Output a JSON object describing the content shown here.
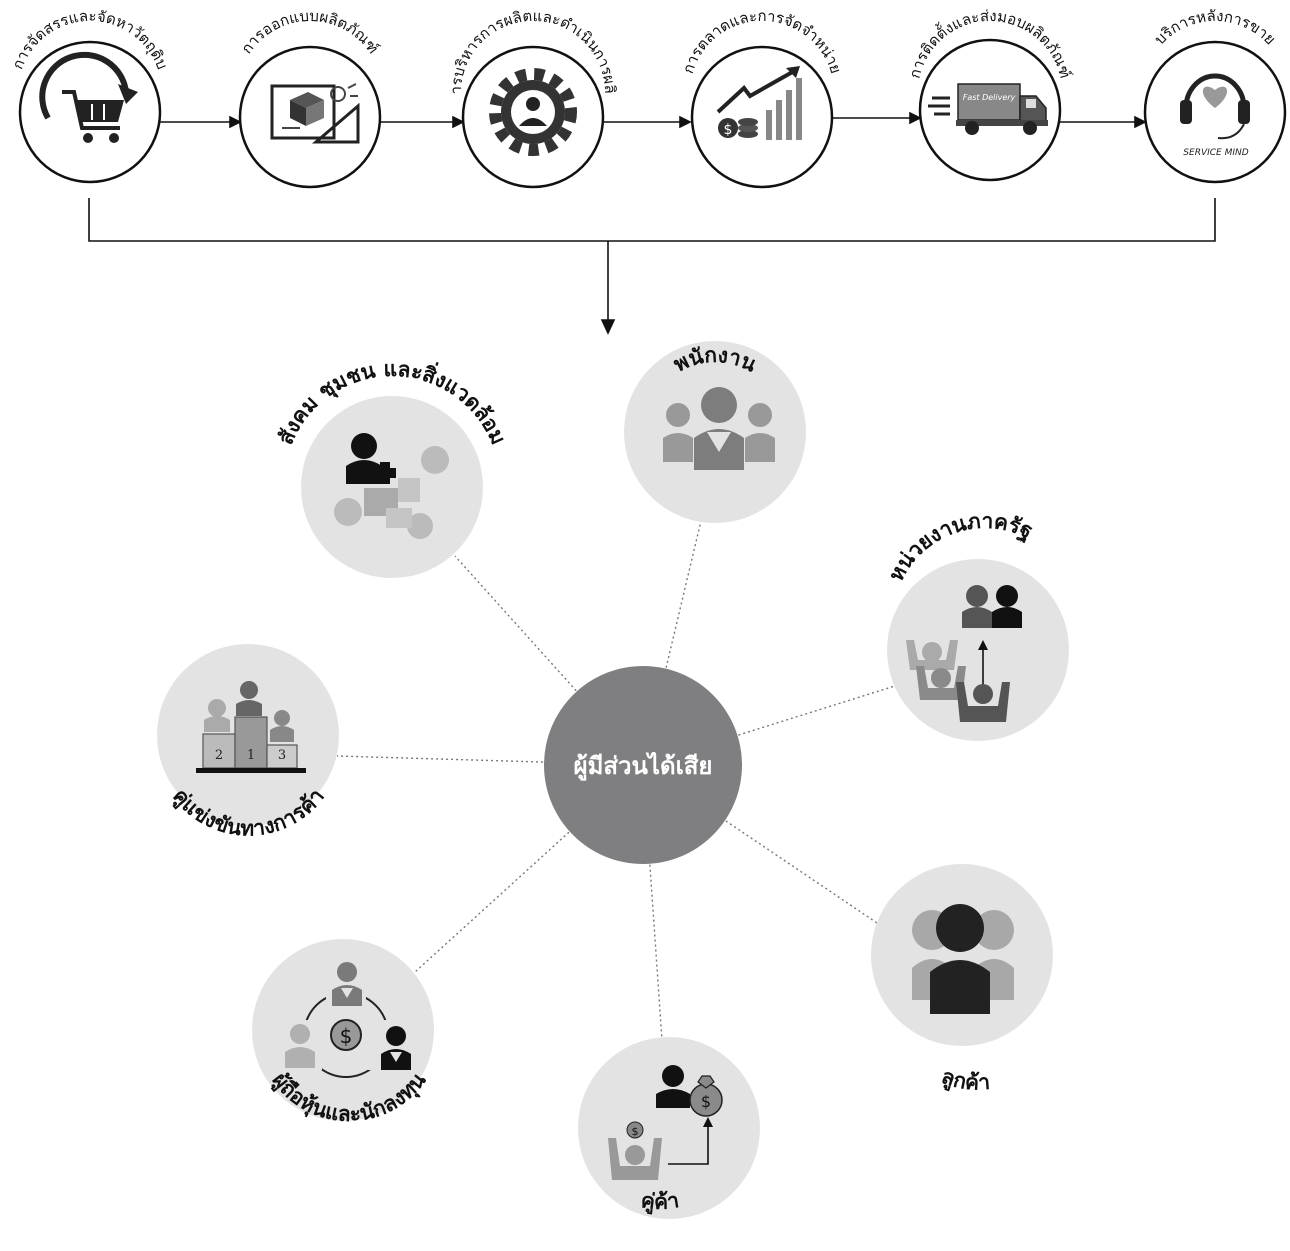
{
  "process_steps": [
    {
      "label": "การจัดสรรและจัดหาวัตถุดิบ",
      "icon": "shopping-cart-icon"
    },
    {
      "label": "การออกแบบผลิตภัณฑ์",
      "icon": "blueprint-design-icon"
    },
    {
      "label": "การบริหารการผลิตและดำเนินการผลิต",
      "icon": "gear-person-icon"
    },
    {
      "label": "การตลาดและการจัดจำหน่าย",
      "icon": "sales-growth-chart-icon"
    },
    {
      "label": "การติดตั้งและส่งมอบผลิตภัณฑ์",
      "icon": "delivery-truck-icon"
    },
    {
      "label": "บริการหลังการขาย",
      "icon": "headset-heart-icon"
    }
  ],
  "truck_text": "Fast Delivery",
  "service_text": "SERVICE MIND",
  "center_label": "ผู้มีส่วนได้เสีย",
  "stakeholders": {
    "employees": {
      "label": "พนักงาน",
      "icon": "employees-group-icon"
    },
    "society": {
      "label": "สังคม ชุมชน และสิ่งแวดล้อม",
      "icon": "community-puzzle-icon"
    },
    "government": {
      "label": "หน่วยงานภาครัฐ",
      "icon": "government-people-icon"
    },
    "competitors": {
      "label": "คู่แข่งขันทางการค้า",
      "icon": "podium-competitors-icon"
    },
    "customers": {
      "label": "ลูกค้า",
      "icon": "customers-group-icon"
    },
    "shareholders": {
      "label": "ผู้ถือหุ้นและนักลงทุน",
      "icon": "investors-cycle-icon"
    },
    "suppliers": {
      "label": "คู่ค้า",
      "icon": "trade-partners-icon"
    }
  },
  "podium_numbers": [
    "2",
    "1",
    "3"
  ],
  "currency_symbol": "$",
  "colors": {
    "center": "#7f7f82",
    "stakeholder_circle": "#e3e3e3",
    "icon_dark": "#222222",
    "icon_mid": "#7a7a7a",
    "icon_light": "#b5b5b5"
  }
}
